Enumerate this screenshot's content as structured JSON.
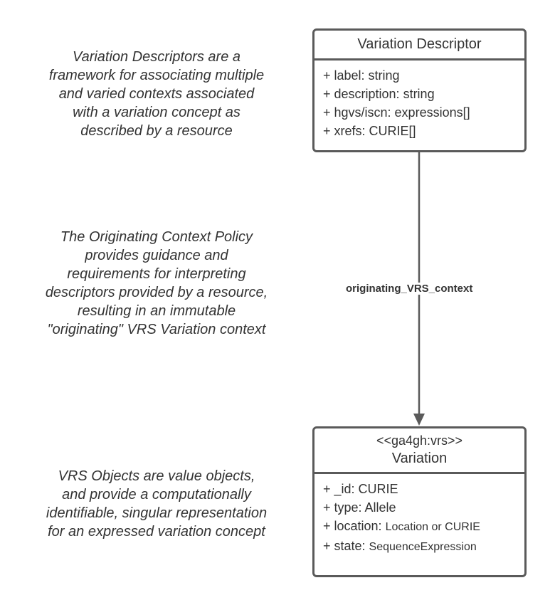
{
  "notes": {
    "descriptors": [
      "Variation Descriptors are a",
      "framework for associating multiple",
      "and varied contexts associated",
      "with a variation concept as",
      "described by a resource"
    ],
    "policy": [
      "The Originating Context Policy",
      "provides guidance and",
      "requirements for interpreting",
      "descriptors provided by a resource,",
      "resulting in an immutable",
      "\"originating\" VRS Variation context"
    ],
    "vrs": [
      "VRS Objects are value objects,",
      "and provide a computationally",
      "identifiable, singular representation",
      "for an expressed variation concept"
    ]
  },
  "variation_descriptor": {
    "title": "Variation Descriptor",
    "attributes": [
      {
        "name": "+ label: ",
        "type": "string"
      },
      {
        "name": "+ description: ",
        "type": "string"
      },
      {
        "name": "+ hgvs/iscn: ",
        "type": "expressions[]"
      },
      {
        "name": "+ xrefs: ",
        "type": "CURIE[]"
      }
    ]
  },
  "variation": {
    "stereotype": "<<ga4gh:vrs>>",
    "title": "Variation",
    "attributes": [
      {
        "name": "+ _id: ",
        "type": "CURIE"
      },
      {
        "name": "+ type: ",
        "type": "Allele"
      },
      {
        "name": "+ location: ",
        "type": "Location or CURIE"
      },
      {
        "name": "+ state: ",
        "type": "SequenceExpression"
      }
    ]
  },
  "association": {
    "label": "originating_VRS_context"
  },
  "colors": {
    "border": "#5a5a5a",
    "text": "#333333",
    "line": "#5a5a5a"
  }
}
